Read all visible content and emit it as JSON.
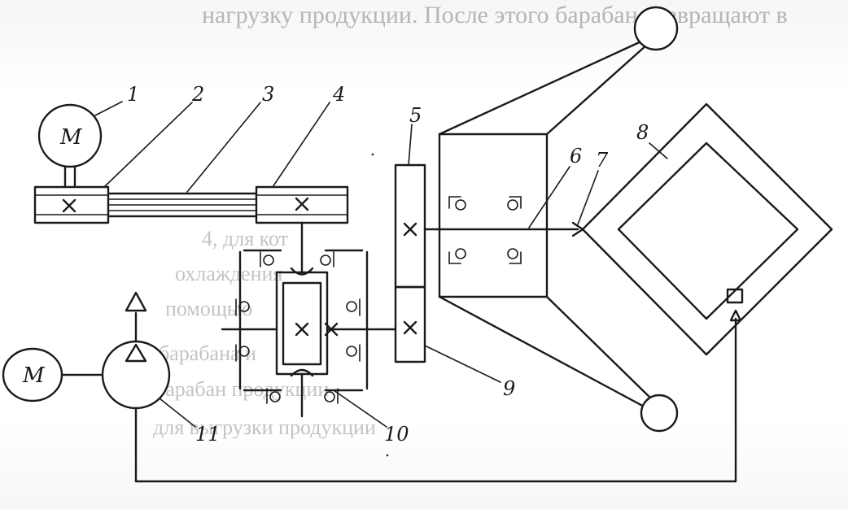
{
  "background_text": {
    "top": "нагрузку продукции. После этого барабан возвращают в",
    "bleed": [
      "4, для кот",
      "охлаждения",
      "помощью",
      "барабана и",
      "барабан продукции",
      "для выгрузки продукции"
    ]
  },
  "motors": [
    {
      "label": "M"
    },
    {
      "label": "M"
    }
  ],
  "callouts": [
    {
      "label": "1"
    },
    {
      "label": "2"
    },
    {
      "label": "3"
    },
    {
      "label": "4"
    },
    {
      "label": "5"
    },
    {
      "label": "6"
    },
    {
      "label": "7"
    },
    {
      "label": "8"
    },
    {
      "label": "9"
    },
    {
      "label": "10"
    },
    {
      "label": "11"
    }
  ]
}
